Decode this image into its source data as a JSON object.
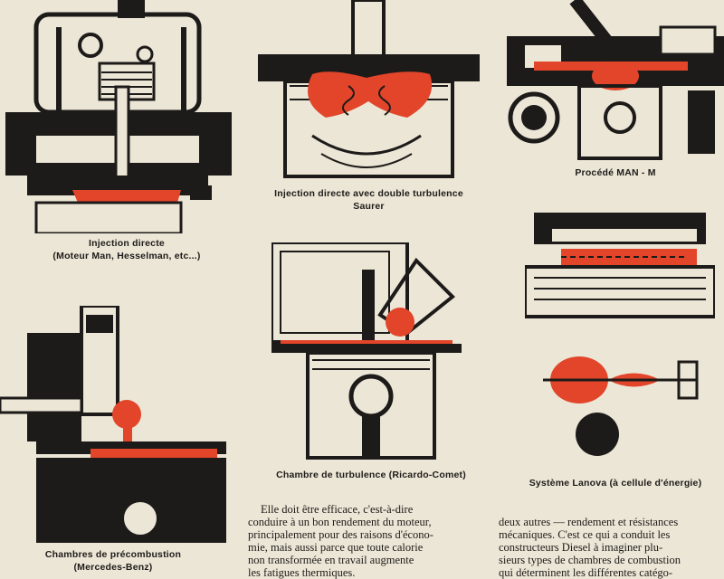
{
  "figures": {
    "fig1": {
      "caption_line1": "Injection directe",
      "caption_line2": "(Moteur Man, Hesselman, etc...)"
    },
    "fig2": {
      "caption_line1": "Injection directe avec double turbulence",
      "caption_line2": "Saurer"
    },
    "fig3": {
      "caption_line1": "Procédé MAN - M"
    },
    "fig4": {
      "caption_line1": "Chambre de turbulence (Ricardo-Comet)"
    },
    "fig5": {
      "caption_line1": "Système Lanova (à cellule d'énergie)"
    },
    "fig6": {
      "caption_line1": "Chambres de précombustion",
      "caption_line2": "(Mercedes-Benz)"
    }
  },
  "text": {
    "col1": [
      "Elle doit être efficace, c'est-à-dire",
      "conduire à un bon rendement du moteur,",
      "principalement pour des raisons d'écono-",
      "mie, mais aussi parce que toute calorie",
      "non transformée en travail augmente",
      "les fatigues thermiques."
    ],
    "col2": [
      "deux autres — rendement et résistances",
      "mécaniques. C'est ce qui a conduit les",
      "constructeurs Diesel à imaginer plu-",
      "sieurs types de chambres de combustion",
      "qui déterminent les différentes catégo-"
    ]
  },
  "colors": {
    "paper": "#ece6d6",
    "ink": "#1d1b19",
    "accent": "#e2452a"
  }
}
